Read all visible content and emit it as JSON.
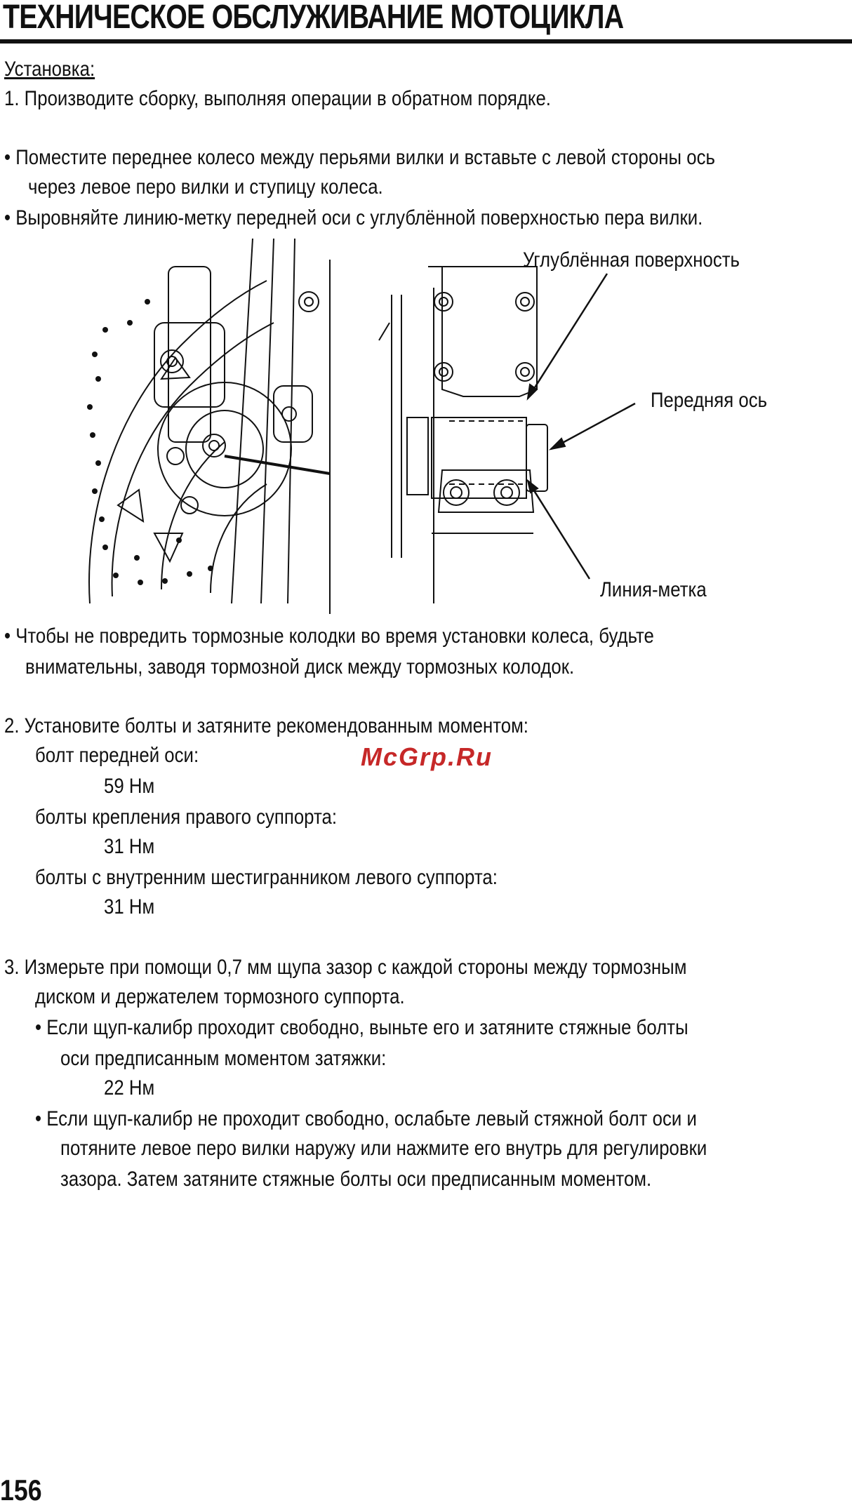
{
  "header": {
    "title": "ТЕХНИЧЕСКОЕ ОБСЛУЖИВАНИЕ МОТОЦИКЛА"
  },
  "section_title": "Установка:",
  "step1": "1.  Производите сборку, выполняя операции в обратном порядке.",
  "bullets_top": [
    "• Поместите переднее колесо между перьями вилки и вставьте с левой стороны ось",
    "через левое перо вилки и ступицу колеса.",
    "• Выровняйте линию-метку передней оси с углублённой поверхностью пера вилки."
  ],
  "figure": {
    "labels": {
      "recessed_surface": "Углублённая поверхность",
      "front_axle": "Передняя ось",
      "index_line": "Линия-метка"
    }
  },
  "bullet_caution": [
    "•   Чтобы  не  повредить  тормозные  колодки  во  время  установки  колеса,  будьте",
    "внимательны, заводя тормозной диск между тормозных колодок."
  ],
  "step2": {
    "intro": "2.  Установите болты и затяните рекомендованным моментом:",
    "items": [
      {
        "label": "болт передней оси:",
        "value": "59 Нм"
      },
      {
        "label": "болты крепления правого суппорта:",
        "value": "31 Нм"
      },
      {
        "label": "болты с внутренним шестигранником левого суппорта:",
        "value": "31 Нм"
      }
    ]
  },
  "step3": {
    "lines": [
      "3.  Измерьте при помощи 0,7 мм щупа зазор с каждой стороны между тормозным",
      "диском и держателем тормозного суппорта."
    ],
    "bullet1": [
      "•  Если щуп-калибр проходит свободно, выньте его и затяните стяжные болты",
      "оси предписанным моментом затяжки:"
    ],
    "bullet1_value": "22 Нм",
    "bullet2": [
      "•  Если щуп-калибр не проходит свободно, ослабьте левый стяжной болт оси и",
      "потяните левое перо вилки наружу или нажмите его внутрь для регулировки",
      "зазора. Затем затяните стяжные болты оси предписанным моментом."
    ]
  },
  "watermark": "McGrp.Ru",
  "footer": {
    "page_number": "156"
  }
}
